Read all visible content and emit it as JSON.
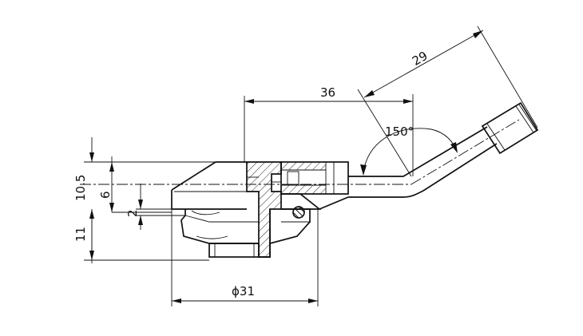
{
  "dimensions": {
    "top_length": "36",
    "angled_length": "29",
    "angle": "150°",
    "height_total": "10.5",
    "height_inner": "6",
    "gap": "2",
    "base_height": "11",
    "diameter": "ϕ31"
  },
  "colors": {
    "line": "#111111",
    "background": "#ffffff"
  }
}
